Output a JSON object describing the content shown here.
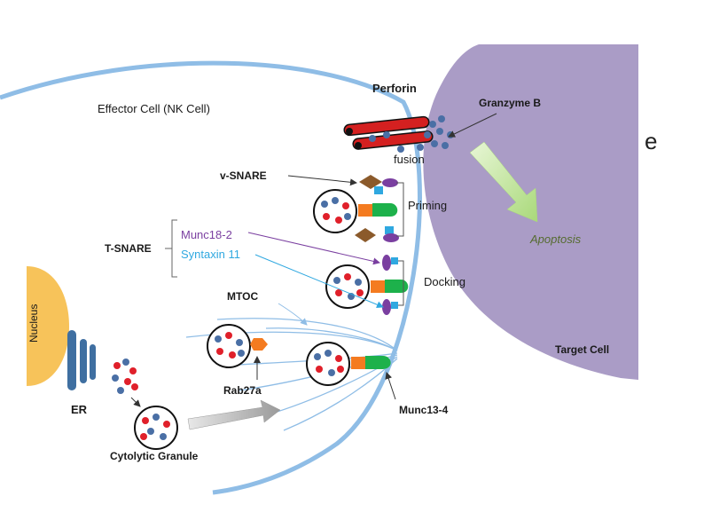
{
  "labels": {
    "effector_cell": "Effector Cell (NK Cell)",
    "perforin": "Perforin",
    "granzyme_b": "Granzyme B",
    "fusion": "fusion",
    "v_snare": "v-SNARE",
    "priming": "Priming",
    "t_snare": "T-SNARE",
    "munc18_2": "Munc18-2",
    "syntaxin_11": "Syntaxin 11",
    "docking": "Docking",
    "apoptosis": "Apoptosis",
    "mtoc": "MTOC",
    "nucleus": "Nucleus",
    "er": "ER",
    "rab27a": "Rab27a",
    "munc13_4": "Munc13-4",
    "target_cell": "Target Cell",
    "cytolytic_granule": "Cytolytic Granule",
    "stray_glyph": "e"
  },
  "colors": {
    "target_cell": "#aa9cc6",
    "membrane": "#8fbde6",
    "nucleus": "#f7c35a",
    "er": "#3f6fa1",
    "perforin": "#d42020",
    "granule_red": "#e0202a",
    "granule_blue": "#4a6fa5",
    "rab27a": "#f47b20",
    "munc13_4": "#1db14b",
    "v_snare": "#8b5a2b",
    "syntaxin": "#2fa8e0",
    "munc18": "#7a3fa0",
    "apoptosis_arrow": "#c6e89a",
    "munc18_text": "#7a3fa0",
    "syntaxin_text": "#2fa8e0",
    "apoptosis_text": "#556b2f"
  }
}
